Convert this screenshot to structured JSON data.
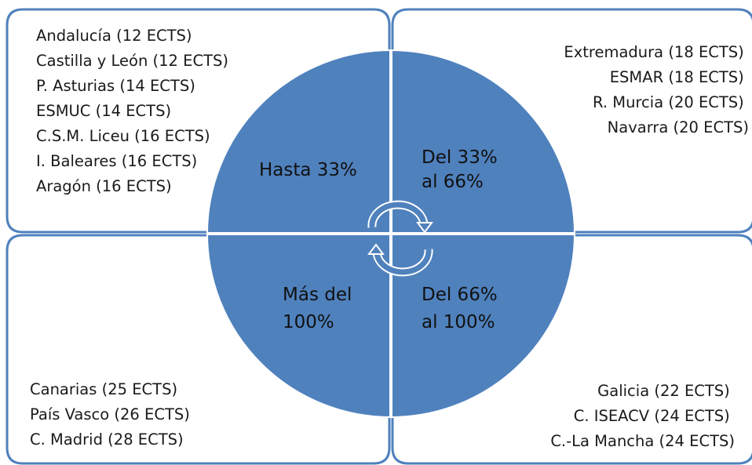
{
  "colors": {
    "accent": "#4f81bd",
    "outline": "#4f81bd",
    "background": "#ffffff",
    "box_fill": "#ffffff",
    "separator": "#ffffff",
    "text": "#1a1a1a"
  },
  "icons": {
    "cycle": "circular-arrows-icon"
  },
  "quadrants": {
    "top_left": {
      "sector_label": [
        "Hasta 33%"
      ],
      "items": [
        "Andalucía (12 ECTS)",
        "Castilla y León (12 ECTS)",
        "P. Asturias (14 ECTS)",
        "ESMUC (14 ECTS)",
        "C.S.M. Liceu (16 ECTS)",
        "I. Baleares (16 ECTS)",
        "Aragón (16 ECTS)"
      ]
    },
    "top_right": {
      "sector_label": [
        "Del 33%",
        "al 66%"
      ],
      "items": [
        "Extremadura (18 ECTS)",
        "ESMAR (18 ECTS)",
        "R. Murcia (20 ECTS)",
        "Navarra (20 ECTS)"
      ]
    },
    "bottom_left": {
      "sector_label": [
        "Más del",
        "100%"
      ],
      "items": [
        "Canarias (25 ECTS)",
        "País Vasco (26 ECTS)",
        "C. Madrid (28 ECTS)"
      ]
    },
    "bottom_right": {
      "sector_label": [
        "Del 66%",
        "al 100%"
      ],
      "items": [
        "Galicia (22 ECTS)",
        "C. ISEACV (24 ECTS)",
        "C.-La Mancha (24 ECTS)"
      ]
    }
  }
}
